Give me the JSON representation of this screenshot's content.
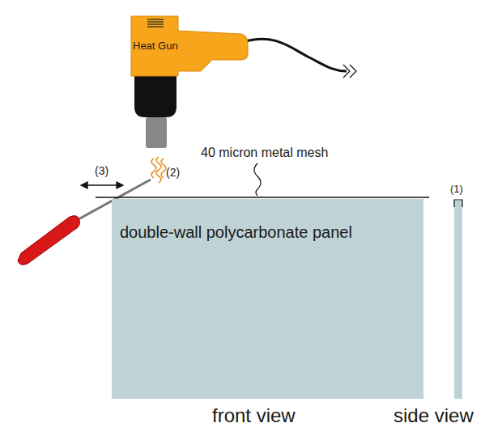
{
  "diagram": {
    "nodes": [
      {
        "text": [
          "Heat Gun"
        ]
      },
      {
        "text": [
          "double-wall polycarbonate panel"
        ]
      }
    ],
    "labels": [
      "40 micron metal mesh",
      "(1)",
      "(2)",
      "(3)",
      "front view",
      "side view"
    ]
  }
}
